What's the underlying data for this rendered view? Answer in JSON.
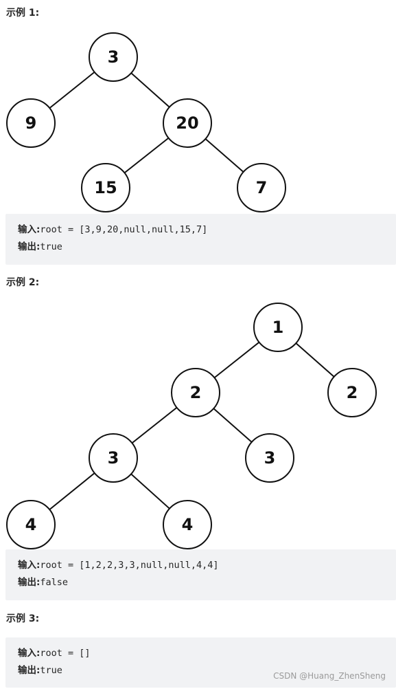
{
  "examples": [
    {
      "heading": "示例 1:",
      "tree_values": [
        "3",
        "9",
        "20",
        "15",
        "7"
      ],
      "input_label": "输入:",
      "input_value": "root = [3,9,20,null,null,15,7]",
      "output_label": "输出:",
      "output_value": "true"
    },
    {
      "heading": "示例 2:",
      "tree_values": [
        "1",
        "2",
        "2",
        "3",
        "3",
        "4",
        "4"
      ],
      "input_label": "输入:",
      "input_value": "root = [1,2,2,3,3,null,null,4,4]",
      "output_label": "输出:",
      "output_value": "false"
    },
    {
      "heading": "示例 3:",
      "input_label": "输入:",
      "input_value": "root = []",
      "output_label": "输出:",
      "output_value": "true"
    }
  ],
  "watermark": "CSDN @Huang_ZhenSheng"
}
